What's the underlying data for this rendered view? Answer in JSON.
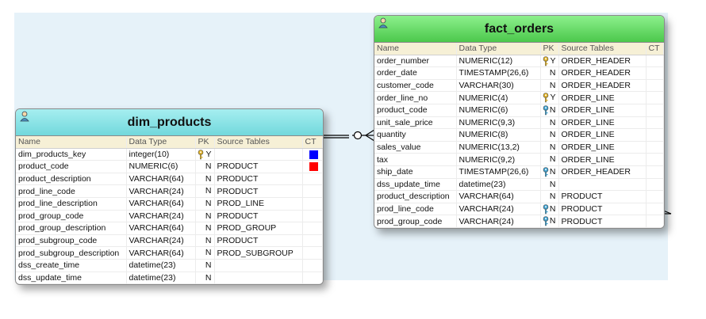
{
  "colors": {
    "dim_header": "#72d8dc",
    "fact_header": "#4cc84c",
    "canvas_bg": "#e6f2f9",
    "ct_blue": "#0000ff",
    "ct_red": "#ff0000",
    "key_gold": "#e0b020",
    "key_blue": "#3aa0d0"
  },
  "column_headers": {
    "name": "Name",
    "data_type": "Data Type",
    "pk": "PK",
    "source_tables": "Source Tables",
    "ct": "CT"
  },
  "dim_products": {
    "title": "dim_products",
    "columns": [
      {
        "name": "dim_products_key",
        "type": "integer(10)",
        "key": "gold",
        "pk": "Y",
        "source": "",
        "ct": "#0000ff"
      },
      {
        "name": "product_code",
        "type": "NUMERIC(6)",
        "key": "",
        "pk": "N",
        "source": "PRODUCT",
        "ct": "#ff0000"
      },
      {
        "name": "product_description",
        "type": "VARCHAR(64)",
        "key": "",
        "pk": "N",
        "source": "PRODUCT",
        "ct": ""
      },
      {
        "name": "prod_line_code",
        "type": "VARCHAR(24)",
        "key": "",
        "pk": "N",
        "source": "PRODUCT",
        "ct": ""
      },
      {
        "name": "prod_line_description",
        "type": "VARCHAR(64)",
        "key": "",
        "pk": "N",
        "source": "PROD_LINE",
        "ct": ""
      },
      {
        "name": "prod_group_code",
        "type": "VARCHAR(24)",
        "key": "",
        "pk": "N",
        "source": "PRODUCT",
        "ct": ""
      },
      {
        "name": "prod_group_description",
        "type": "VARCHAR(64)",
        "key": "",
        "pk": "N",
        "source": "PROD_GROUP",
        "ct": ""
      },
      {
        "name": "prod_subgroup_code",
        "type": "VARCHAR(24)",
        "key": "",
        "pk": "N",
        "source": "PRODUCT",
        "ct": ""
      },
      {
        "name": "prod_subgroup_description",
        "type": "VARCHAR(64)",
        "key": "",
        "pk": "N",
        "source": "PROD_SUBGROUP",
        "ct": ""
      },
      {
        "name": "dss_create_time",
        "type": "datetime(23)",
        "key": "",
        "pk": "N",
        "source": "",
        "ct": ""
      },
      {
        "name": "dss_update_time",
        "type": "datetime(23)",
        "key": "",
        "pk": "N",
        "source": "",
        "ct": ""
      }
    ]
  },
  "fact_orders": {
    "title": "fact_orders",
    "columns": [
      {
        "name": "order_number",
        "type": "NUMERIC(12)",
        "key": "gold",
        "pk": "Y",
        "source": "ORDER_HEADER",
        "ct": ""
      },
      {
        "name": "order_date",
        "type": "TIMESTAMP(26,6)",
        "key": "",
        "pk": "N",
        "source": "ORDER_HEADER",
        "ct": ""
      },
      {
        "name": "customer_code",
        "type": "VARCHAR(30)",
        "key": "",
        "pk": "N",
        "source": "ORDER_HEADER",
        "ct": ""
      },
      {
        "name": "order_line_no",
        "type": "NUMERIC(4)",
        "key": "gold",
        "pk": "Y",
        "source": "ORDER_LINE",
        "ct": ""
      },
      {
        "name": "product_code",
        "type": "NUMERIC(6)",
        "key": "blue",
        "pk": "N",
        "source": "ORDER_LINE",
        "ct": ""
      },
      {
        "name": "unit_sale_price",
        "type": "NUMERIC(9,3)",
        "key": "",
        "pk": "N",
        "source": "ORDER_LINE",
        "ct": ""
      },
      {
        "name": "quantity",
        "type": "NUMERIC(8)",
        "key": "",
        "pk": "N",
        "source": "ORDER_LINE",
        "ct": ""
      },
      {
        "name": "sales_value",
        "type": "NUMERIC(13,2)",
        "key": "",
        "pk": "N",
        "source": "ORDER_LINE",
        "ct": ""
      },
      {
        "name": "tax",
        "type": "NUMERIC(9,2)",
        "key": "",
        "pk": "N",
        "source": "ORDER_LINE",
        "ct": ""
      },
      {
        "name": "ship_date",
        "type": "TIMESTAMP(26,6)",
        "key": "blue",
        "pk": "N",
        "source": "ORDER_HEADER",
        "ct": ""
      },
      {
        "name": "dss_update_time",
        "type": "datetime(23)",
        "key": "",
        "pk": "N",
        "source": "",
        "ct": ""
      },
      {
        "name": "product_description",
        "type": "VARCHAR(64)",
        "key": "",
        "pk": "N",
        "source": "PRODUCT",
        "ct": ""
      },
      {
        "name": "prod_line_code",
        "type": "VARCHAR(24)",
        "key": "blue",
        "pk": "N",
        "source": "PRODUCT",
        "ct": ""
      },
      {
        "name": "prod_group_code",
        "type": "VARCHAR(24)",
        "key": "blue",
        "pk": "N",
        "source": "PRODUCT",
        "ct": ""
      }
    ]
  }
}
